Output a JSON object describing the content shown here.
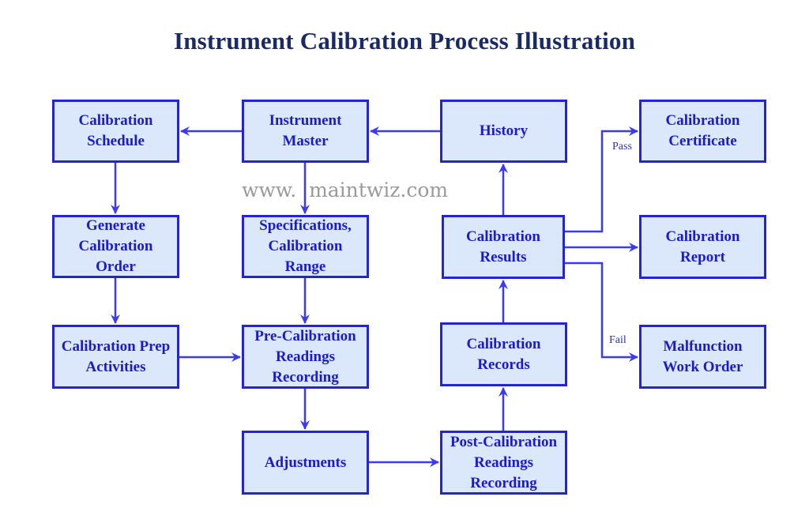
{
  "title": "Instrument Calibration Process Illustration",
  "watermark": "www.  maintwiz.com",
  "colors": {
    "title": "#1a2a66",
    "box_fill": "#dbe7fb",
    "box_border": "#2323d8",
    "box_text": "#1b1bc8",
    "arrow": "#3a3af5",
    "watermark": "#9a9a9a"
  },
  "nodes": {
    "calibration_schedule": "Calibration\nSchedule",
    "instrument_master": "Instrument\nMaster",
    "history": "History",
    "calibration_certificate": "Calibration\nCertificate",
    "generate_calibration_order": "Generate\nCalibration\nOrder",
    "specifications_calibration_range": "Specifications,\nCalibration\nRange",
    "calibration_results": "Calibration\nResults",
    "calibration_report": "Calibration\nReport",
    "calibration_prep_activities": "Calibration Prep\nActivities",
    "pre_calibration_readings_recording": "Pre-Calibration\nReadings\nRecording",
    "calibration_records": "Calibration\nRecords",
    "malfunction_work_order": "Malfunction\nWork Order",
    "adjustments": "Adjustments",
    "post_calibration_readings_recording": "Post-Calibration\nReadings\nRecording"
  },
  "edge_labels": {
    "pass": "Pass",
    "fail": "Fail"
  },
  "edges": [
    {
      "from": "history",
      "to": "instrument_master"
    },
    {
      "from": "instrument_master",
      "to": "calibration_schedule"
    },
    {
      "from": "instrument_master",
      "to": "specifications_calibration_range"
    },
    {
      "from": "calibration_schedule",
      "to": "generate_calibration_order"
    },
    {
      "from": "generate_calibration_order",
      "to": "calibration_prep_activities"
    },
    {
      "from": "calibration_prep_activities",
      "to": "pre_calibration_readings_recording"
    },
    {
      "from": "specifications_calibration_range",
      "to": "pre_calibration_readings_recording"
    },
    {
      "from": "pre_calibration_readings_recording",
      "to": "adjustments"
    },
    {
      "from": "adjustments",
      "to": "post_calibration_readings_recording"
    },
    {
      "from": "post_calibration_readings_recording",
      "to": "calibration_records"
    },
    {
      "from": "calibration_records",
      "to": "calibration_results"
    },
    {
      "from": "calibration_results",
      "to": "history"
    },
    {
      "from": "calibration_results",
      "to": "calibration_certificate",
      "label": "Pass"
    },
    {
      "from": "calibration_results",
      "to": "calibration_report"
    },
    {
      "from": "calibration_results",
      "to": "malfunction_work_order",
      "label": "Fail"
    }
  ]
}
